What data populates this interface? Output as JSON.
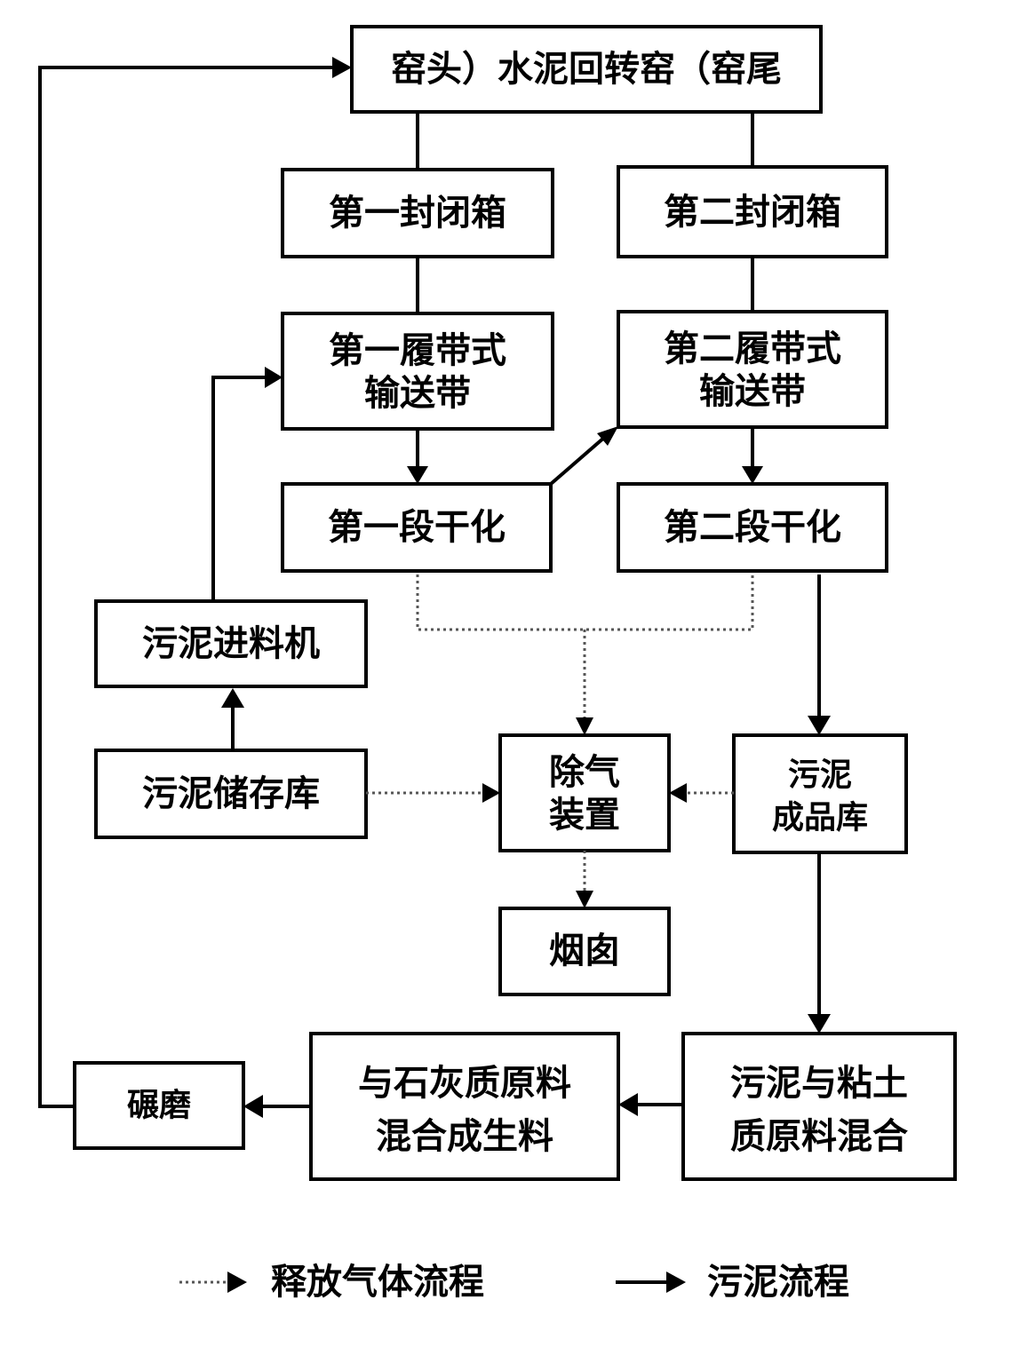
{
  "nodes": {
    "kiln": "窑头）水泥回转窑（窑尾",
    "box1": "第一封闭箱",
    "box2": "第二封闭箱",
    "belt1": [
      "第一履带式",
      "输送带"
    ],
    "belt2": [
      "第二履带式",
      "输送带"
    ],
    "dry1": "第一段干化",
    "dry2": "第二段干化",
    "feeder": "污泥进料机",
    "storage": "污泥储存库",
    "degas": [
      "除气",
      "装置"
    ],
    "product": [
      "污泥",
      "成品库"
    ],
    "chimney": "烟囱",
    "clay_mix": [
      "污泥与粘土",
      "质原料混合"
    ],
    "lime_mix": [
      "与石灰质原料",
      "混合成生料"
    ],
    "grind": "碾磨"
  },
  "legend": {
    "gas": "释放气体流程",
    "sludge": "污泥流程"
  },
  "colors": {
    "line": "#000000",
    "dashed_line": "#555555",
    "background": "#ffffff"
  }
}
